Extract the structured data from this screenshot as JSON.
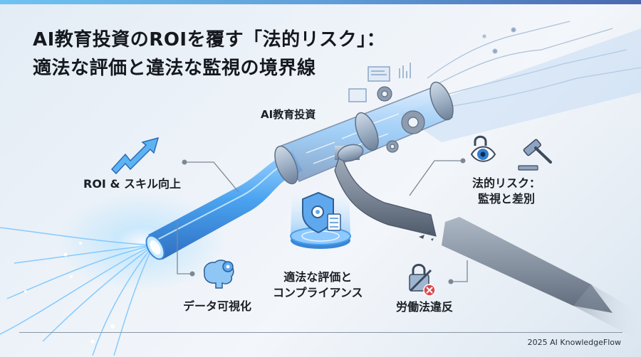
{
  "header": {
    "title_line1": "AI教育投資のROIを覆す「法的リスク」：",
    "title_line2": "適法な評価と違法な監視の境界線",
    "accent_bar_colors": [
      "#6ec3f2",
      "#4a67b0"
    ]
  },
  "diagram": {
    "pipe_label": "AI教育投資",
    "labels": {
      "roi": "ROI & スキル向上",
      "data_viz": "データ可視化",
      "compliance_line1": "適法な評価と",
      "compliance_line2": "コンプライアンス",
      "legal_risk_line1": "法的リスク：",
      "legal_risk_line2": "監視と差別",
      "labor_law": "労働法違反"
    },
    "icons": {
      "roi": "trend-up-arrow-icon",
      "data_viz": "brain-gear-icon",
      "compliance": "shield-gear-checklist-icon",
      "legal_risk": [
        "eye-lock-icon",
        "gavel-icon"
      ],
      "labor_law": "broken-chain-lock-icon"
    },
    "colors": {
      "healthy_pipe": "#4a9fe8",
      "broken_pipe": "#6f7c8c",
      "connector": "#7d8894",
      "error_badge": "#e0474c"
    }
  },
  "footer": {
    "credit": "2025 AI KnowledgeFlow"
  }
}
